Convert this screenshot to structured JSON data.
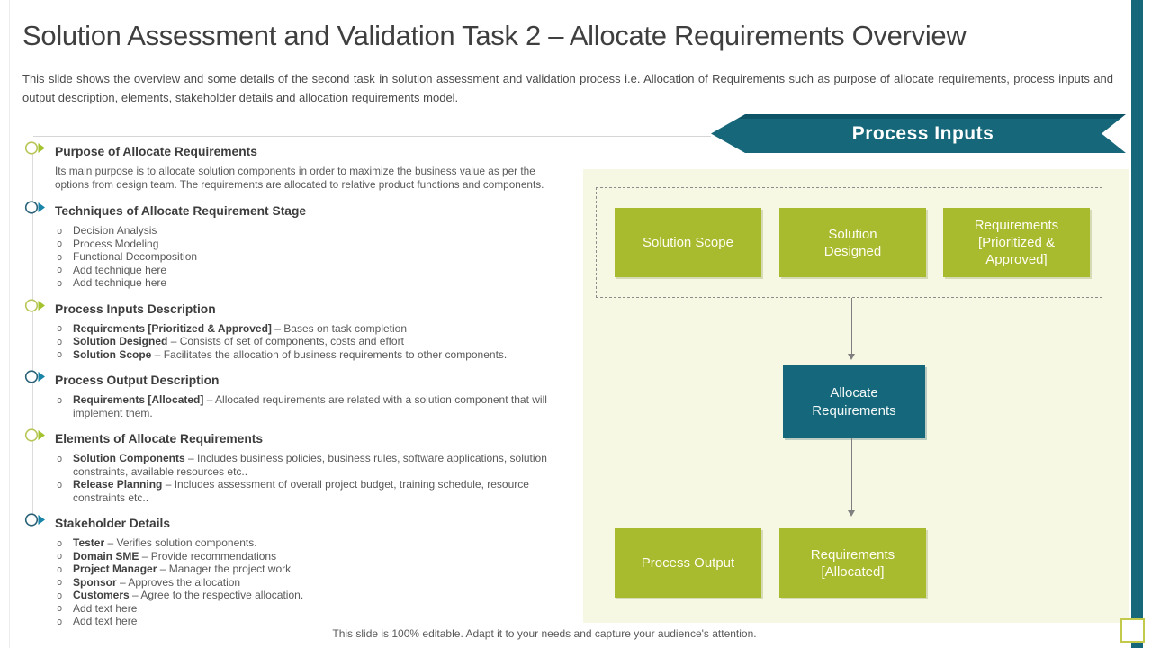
{
  "slide": {
    "title": "Solution Assessment and Validation Task 2 – Allocate Requirements Overview",
    "subtitle": "This slide shows the overview  and some details of the second task in solution assessment and validation process i.e. Allocation of Requirements  such as purpose  of allocate requirements,  process inputs and output description,  elements,  stakeholder details and allocation requirements  model.",
    "footer": "This slide is 100% editable. Adapt it to your needs and capture your audience's attention."
  },
  "colors": {
    "teal": "#156779",
    "olive_green": "#a8ba2d",
    "olive_highlight": "#e6eeb0",
    "panel_background": "#f6f8e4",
    "light_blue_highlight": "#a6d9e9",
    "title_text": "#3f3f3f",
    "body_text": "#595959",
    "marker_green_circle": "#b9c657",
    "marker_green_triangle": "#a4c32f",
    "marker_teal_circle": "#2a6277",
    "marker_teal_triangle": "#1a85a8"
  },
  "sections": [
    {
      "accent": "green",
      "title": "Purpose of Allocate Requirements",
      "paragraph": "Its main purpose is to allocate solution components in order to maximize the business value as per the options from design team. The requirements are allocated to relative product functions and components."
    },
    {
      "accent": "teal",
      "title": "Techniques of Allocate Requirement Stage",
      "bullets": [
        {
          "text": "Decision Analysis"
        },
        {
          "text": "Process Modeling"
        },
        {
          "text": "Functional Decomposition"
        },
        {
          "text": "Add technique here"
        },
        {
          "text": "Add technique here"
        }
      ]
    },
    {
      "accent": "green",
      "title": "Process Inputs Description",
      "bullets": [
        {
          "term": "Requirements [Prioritized & Approved]",
          "text": "– Bases on task completion"
        },
        {
          "term": "Solution Designed",
          "text": "– Consists of set of components, costs and effort"
        },
        {
          "term": "Solution Scope",
          "text": "– Facilitates the allocation of business requirements to other components."
        }
      ]
    },
    {
      "accent": "teal",
      "title": "Process Output Description",
      "bullets": [
        {
          "term": "Requirements [Allocated]",
          "text": "– Allocated requirements are related with a solution component that will implement them."
        }
      ]
    },
    {
      "accent": "green",
      "title": "Elements of Allocate Requirements",
      "bullets": [
        {
          "term": "Solution Components",
          "text": "– Includes business policies, business rules, software applications, solution constraints, available resources etc.."
        },
        {
          "term": "Release Planning",
          "text": "– Includes assessment of overall project budget, training schedule, resource constraints etc.."
        }
      ]
    },
    {
      "accent": "teal",
      "title": "Stakeholder Details",
      "bullets": [
        {
          "term": "Tester",
          "text": "– Verifies solution components."
        },
        {
          "term": "Domain SME",
          "text": "– Provide recommendations"
        },
        {
          "term": "Project Manager",
          "text": "– Manager the project work"
        },
        {
          "term": "Sponsor",
          "text": "– Approves the allocation"
        },
        {
          "term": "Customers",
          "text": "– Agree to the respective allocation."
        },
        {
          "text": "Add text here"
        },
        {
          "text": "Add text here"
        }
      ]
    }
  ],
  "diagram": {
    "banner_label": "Process Inputs",
    "input_boxes": [
      "Solution Scope",
      "Solution Designed",
      "Requirements [Prioritized & Approved]"
    ],
    "center_box": "Allocate Requirements",
    "output_boxes": [
      "Process Output",
      "Requirements [Allocated]"
    ]
  }
}
